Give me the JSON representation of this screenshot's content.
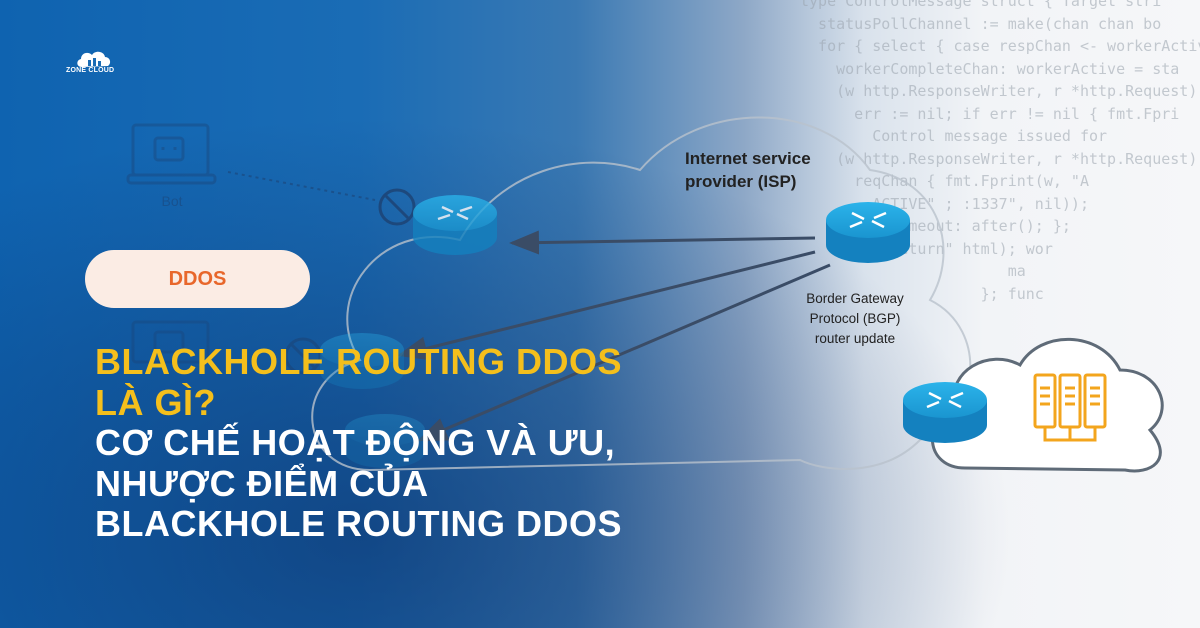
{
  "brand": {
    "name": "ZONE CLOUD"
  },
  "tag": {
    "label": "DDOS"
  },
  "headline": {
    "line1": "BLACKHOLE ROUTING DDOS",
    "line2": "LÀ GÌ?",
    "line3": "CƠ CHẾ HOẠT ĐỘNG VÀ ƯU,",
    "line4": "NHƯỢC ĐIỂM CỦA",
    "line5": "BLACKHOLE ROUTING DDOS"
  },
  "diagram": {
    "isp_line1": "Internet service",
    "isp_line2": "provider (ISP)",
    "bgp_line1": "Border Gateway",
    "bgp_line2": "Protocol (BGP)",
    "bgp_line3": "router update",
    "bot_label": "Bot"
  },
  "code_lines": [
    "type ControlMessage struct { Target stri",
    "  statusPollChannel := make(chan chan bo",
    "  for { select { case respChan <- workerActive",
    "    workerCompleteChan: workerActive = sta",
    "    (w http.ResponseWriter, r *http.Request) {",
    "      err := nil; if err != nil { fmt.Fpri",
    "        Control message issued for",
    "    (w http.ResponseWriter, r *http.Request) { re",
    "      reqChan { fmt.Fprint(w, \"A",
    "        ACTIVE\" ; :1337\", nil));",
    "          timeout: after(); };",
    "          return\" html); wor",
    "                       ma",
    "                    }; func"
  ],
  "colors": {
    "accent_orange": "#e8672b",
    "headline_yellow": "#f4bf1c",
    "router_blue": "#1aa0d8",
    "server_orange": "#f3a51d"
  }
}
